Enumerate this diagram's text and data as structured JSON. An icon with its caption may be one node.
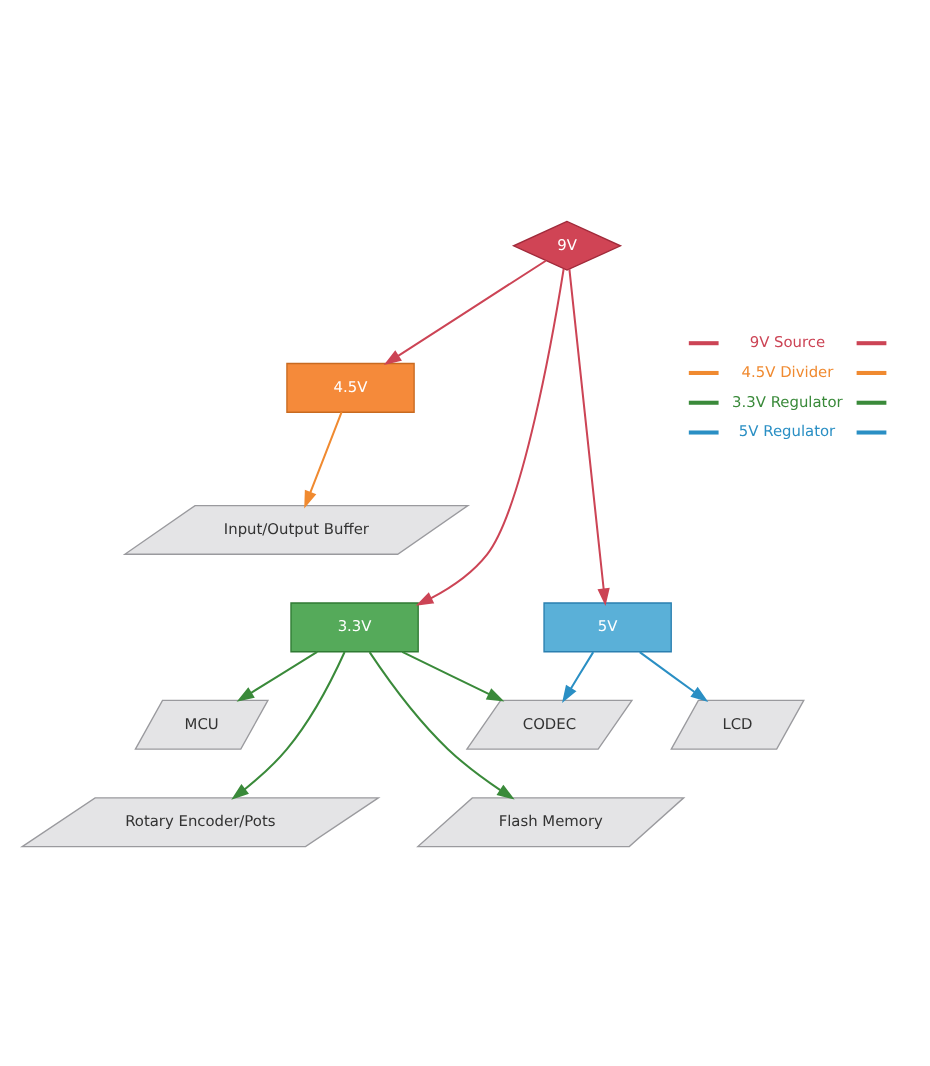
{
  "diagram": {
    "nodes": [
      {
        "text": [
          "9V"
        ]
      },
      {
        "text": [
          "4.5V"
        ]
      },
      {
        "text": [
          "Input/Output Buffer"
        ]
      },
      {
        "text": [
          "3.3V"
        ]
      },
      {
        "text": [
          "5V"
        ]
      },
      {
        "text": [
          "MCU"
        ]
      },
      {
        "text": [
          "CODEC"
        ]
      },
      {
        "text": [
          "LCD"
        ]
      },
      {
        "text": [
          "Rotary Encoder/Pots"
        ]
      },
      {
        "text": [
          "Flash Memory"
        ]
      }
    ],
    "edges": [
      {
        "from": 0,
        "to": 1,
        "arrow": "to",
        "color": "#cc4455"
      },
      {
        "from": 0,
        "to": 3,
        "arrow": "to",
        "color": "#cc4455"
      },
      {
        "from": 0,
        "to": 4,
        "arrow": "to",
        "color": "#cc4455"
      },
      {
        "from": 1,
        "to": 2,
        "arrow": "to",
        "color": "#f08a30"
      },
      {
        "from": 3,
        "to": 5,
        "arrow": "to"
      },
      {
        "from": 3,
        "to": 8,
        "arrow": "to"
      },
      {
        "from": 3,
        "to": 9,
        "arrow": "to"
      },
      {
        "from": 3,
        "to": 6,
        "arrow": "to"
      },
      {
        "from": 4,
        "to": 6,
        "arrow": "to",
        "color": "#2a8fc4"
      },
      {
        "from": 4,
        "to": 7,
        "arrow": "to",
        "color": "#2a8fc4"
      }
    ],
    "legend": [
      {
        "text": "9V Source",
        "color": "#cc4455"
      },
      {
        "text": "4.5V Divider",
        "color": "#f08a30"
      },
      {
        "text": "3.3V Regulator",
        "color": "#3a8a3a"
      },
      {
        "text": "5V Regulator",
        "color": "#2a8fc4"
      }
    ]
  }
}
